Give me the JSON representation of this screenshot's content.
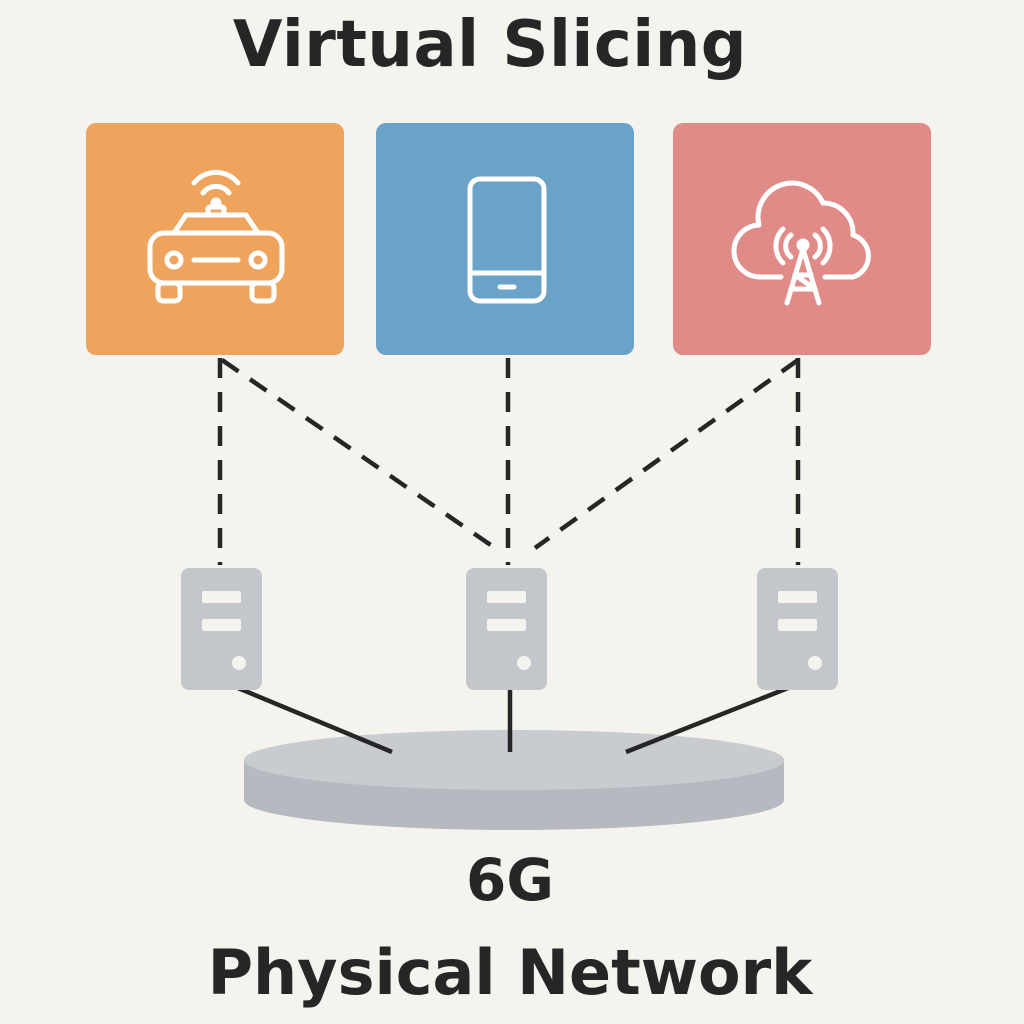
{
  "diagram": {
    "title": "Virtual Slicing",
    "network_label_line1": "6G",
    "network_label_line2": "Physical Network",
    "slices": [
      {
        "icon": "car-wifi-icon",
        "color": "#eea45d"
      },
      {
        "icon": "smartphone-icon",
        "color": "#6ba2c8"
      },
      {
        "icon": "cloud-antenna-icon",
        "color": "#e08b88"
      }
    ],
    "server_color": "#c3c7cc",
    "platform_color": "#c3c7cc",
    "line_color": "#262626"
  }
}
